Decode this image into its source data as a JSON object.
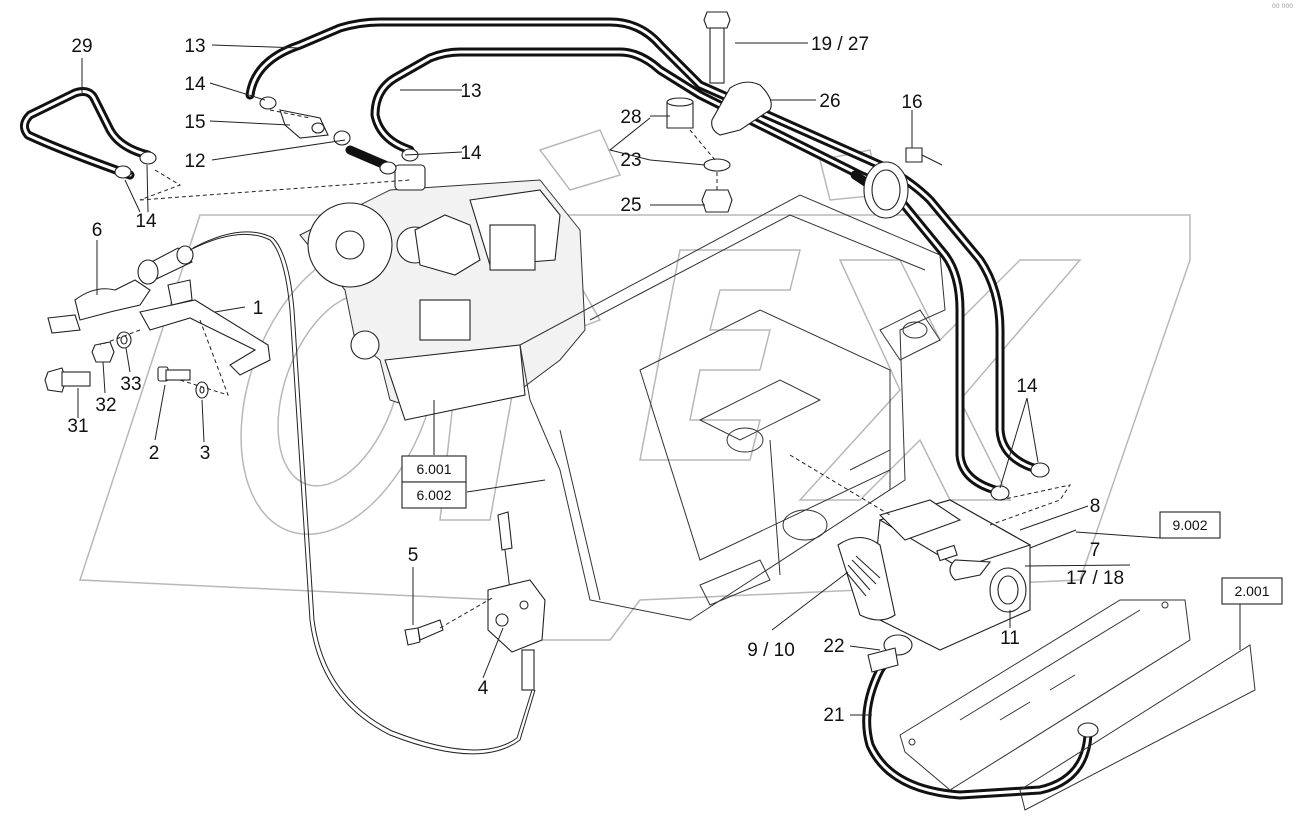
{
  "diagram": {
    "top_right_mark": "00 000",
    "callouts": {
      "c29": "29",
      "c13a": "13",
      "c13b": "13",
      "c14a": "14",
      "c14b": "14",
      "c14c": "14",
      "c14d": "14",
      "c15": "15",
      "c12": "12",
      "c19_27": "19 / 27",
      "c26": "26",
      "c16": "16",
      "c28": "28",
      "c23": "23",
      "c25": "25",
      "c6": "6",
      "c1": "1",
      "c31": "31",
      "c32": "32",
      "c33": "33",
      "c2": "2",
      "c3": "3",
      "c5": "5",
      "c4": "4",
      "c8": "8",
      "c7": "7",
      "c17_18": "17 / 18",
      "c11": "11",
      "c9_10": "9 / 10",
      "c22": "22",
      "c21": "21"
    },
    "references": {
      "r6001": "6.001",
      "r6002": "6.002",
      "r9002": "9.002",
      "r2001": "2.001"
    },
    "watermark_text": "OREX"
  }
}
